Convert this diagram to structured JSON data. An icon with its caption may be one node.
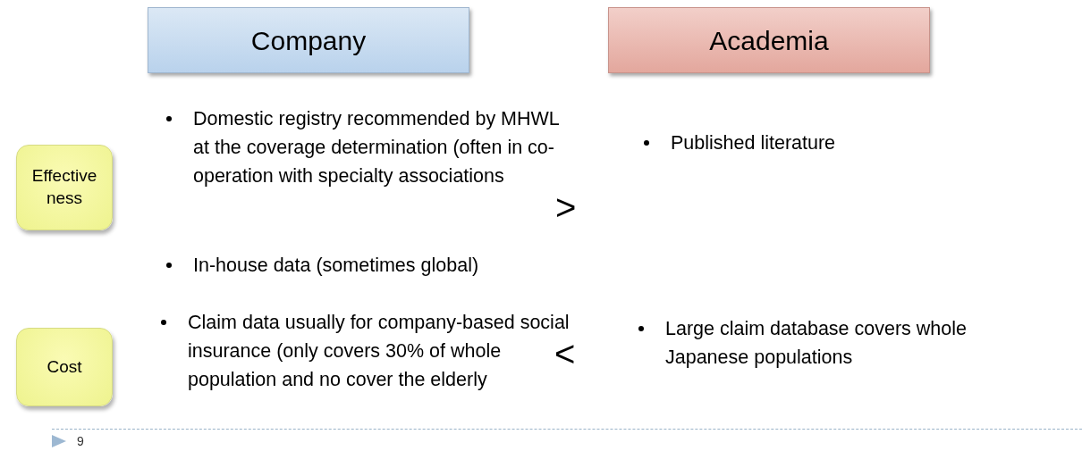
{
  "diagram": {
    "nodes": [
      {
        "text": [
          "Company"
        ]
      },
      {
        "text": [
          "Academia"
        ]
      },
      {
        "text": [
          "Effective ness"
        ]
      },
      {
        "text": [
          "Cost"
        ]
      }
    ],
    "labels": [
      "Domestic registry recommended by MHWL at the coverage determination (often in co-operation with specialty associations",
      "Published literature",
      ">",
      "In-house data (sometimes global)",
      "Claim data usually for company-based social insurance (only covers 30% of whole population and no cover the elderly",
      "Large claim database covers whole Japanese populations",
      "<",
      "9"
    ]
  }
}
